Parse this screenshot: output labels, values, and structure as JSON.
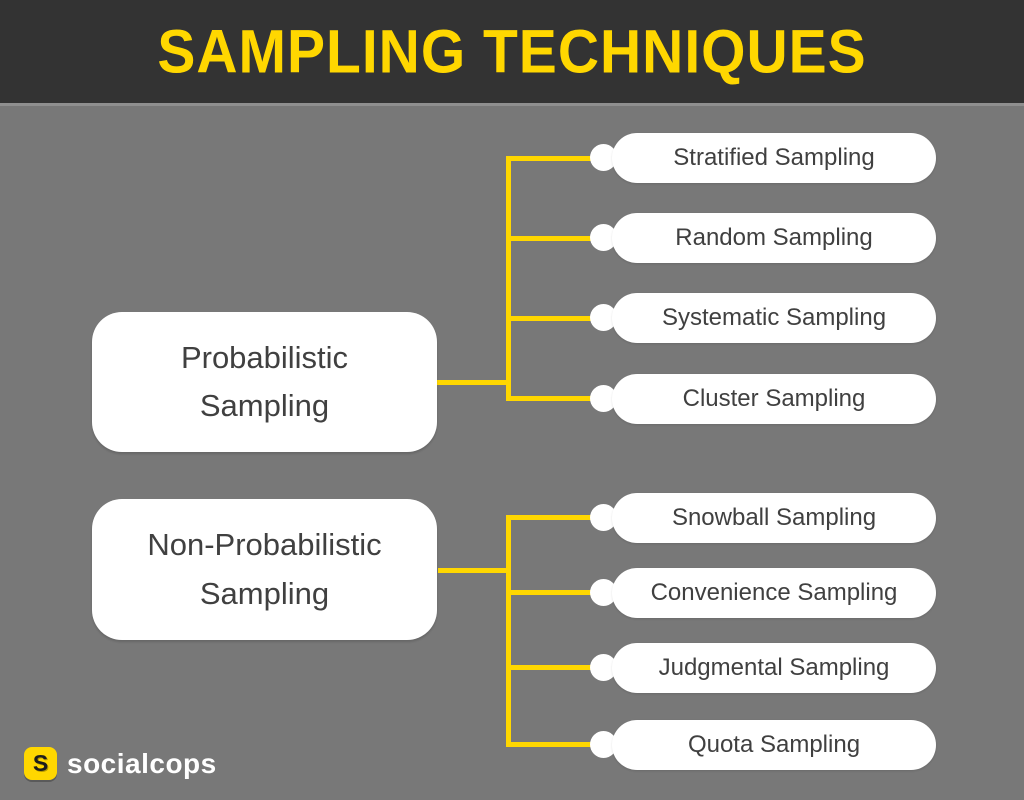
{
  "header": {
    "title": "SAMPLING TECHNIQUES"
  },
  "tree": {
    "groups": [
      {
        "label": "Probabilistic Sampling",
        "children": [
          {
            "label": "Stratified Sampling"
          },
          {
            "label": "Random Sampling"
          },
          {
            "label": "Systematic Sampling"
          },
          {
            "label": "Cluster Sampling"
          }
        ]
      },
      {
        "label": "Non-Probabilistic Sampling",
        "children": [
          {
            "label": "Snowball Sampling"
          },
          {
            "label": "Convenience Sampling"
          },
          {
            "label": "Judgmental Sampling"
          },
          {
            "label": "Quota Sampling"
          }
        ]
      }
    ]
  },
  "footer": {
    "logo_letter": "S",
    "brand": "socialcops"
  },
  "colors": {
    "background": "#787878",
    "header_bg": "#333333",
    "accent": "#FFD700",
    "node_bg": "#FFFFFF",
    "node_text": "#404040"
  }
}
